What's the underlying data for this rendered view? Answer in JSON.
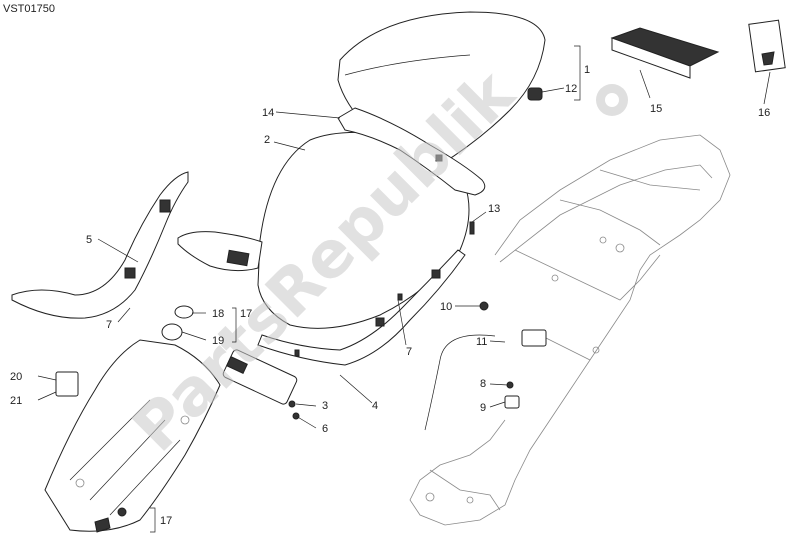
{
  "diagram_code": "VST01750",
  "watermark": "PartsRepublik",
  "callouts": [
    {
      "id": "c1",
      "label": "1"
    },
    {
      "id": "c2",
      "label": "2"
    },
    {
      "id": "c3",
      "label": "3"
    },
    {
      "id": "c4",
      "label": "4"
    },
    {
      "id": "c5",
      "label": "5"
    },
    {
      "id": "c6",
      "label": "6"
    },
    {
      "id": "c7a",
      "label": "7"
    },
    {
      "id": "c7b",
      "label": "7"
    },
    {
      "id": "c8",
      "label": "8"
    },
    {
      "id": "c9",
      "label": "9"
    },
    {
      "id": "c10",
      "label": "10"
    },
    {
      "id": "c11",
      "label": "11"
    },
    {
      "id": "c12",
      "label": "12"
    },
    {
      "id": "c13",
      "label": "13"
    },
    {
      "id": "c14",
      "label": "14"
    },
    {
      "id": "c15",
      "label": "15"
    },
    {
      "id": "c16",
      "label": "16"
    },
    {
      "id": "c17a",
      "label": "17"
    },
    {
      "id": "c17b",
      "label": "17"
    },
    {
      "id": "c18",
      "label": "18"
    },
    {
      "id": "c19",
      "label": "19"
    },
    {
      "id": "c20",
      "label": "20"
    },
    {
      "id": "c21",
      "label": "21"
    }
  ]
}
